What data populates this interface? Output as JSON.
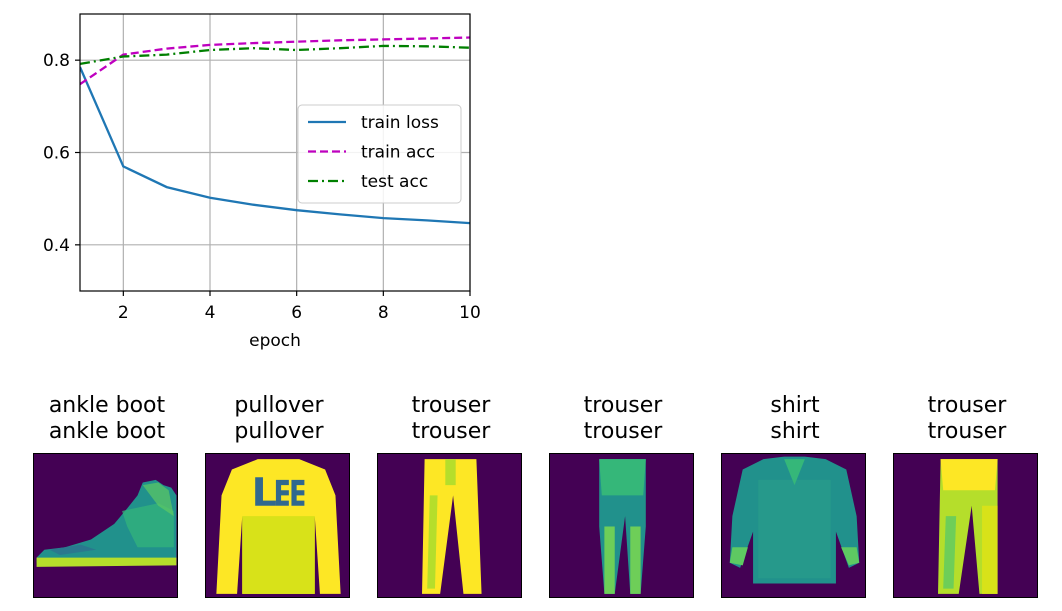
{
  "chart_data": {
    "type": "line",
    "xlabel": "epoch",
    "xlim": [
      1,
      10
    ],
    "ylim": [
      0.3,
      0.9
    ],
    "xticks": [
      2,
      4,
      6,
      8,
      10
    ],
    "yticks": [
      0.4,
      0.6,
      0.8
    ],
    "grid": true,
    "legend_position": "center-right",
    "series": [
      {
        "name": "train loss",
        "color": "#1f77b4",
        "dash": "solid",
        "x": [
          1,
          2,
          3,
          4,
          5,
          6,
          7,
          8,
          9,
          10
        ],
        "values": [
          0.785,
          0.57,
          0.525,
          0.502,
          0.487,
          0.475,
          0.466,
          0.458,
          0.453,
          0.447
        ]
      },
      {
        "name": "train acc",
        "color": "#bf00bf",
        "dash": "dashed",
        "x": [
          1,
          2,
          3,
          4,
          5,
          6,
          7,
          8,
          9,
          10
        ],
        "values": [
          0.748,
          0.812,
          0.825,
          0.833,
          0.837,
          0.84,
          0.843,
          0.845,
          0.847,
          0.849
        ]
      },
      {
        "name": "test acc",
        "color": "#008000",
        "dash": "dashdot",
        "x": [
          1,
          2,
          3,
          4,
          5,
          6,
          7,
          8,
          9,
          10
        ],
        "values": [
          0.792,
          0.808,
          0.812,
          0.822,
          0.826,
          0.822,
          0.826,
          0.831,
          0.83,
          0.827
        ]
      }
    ]
  },
  "samples": [
    {
      "true_label": "ankle boot",
      "pred_label": "ankle boot",
      "icon": "ankle-boot-image"
    },
    {
      "true_label": "pullover",
      "pred_label": "pullover",
      "icon": "pullover-image"
    },
    {
      "true_label": "trouser",
      "pred_label": "trouser",
      "icon": "trouser-image"
    },
    {
      "true_label": "trouser",
      "pred_label": "trouser",
      "icon": "trouser-image"
    },
    {
      "true_label": "shirt",
      "pred_label": "shirt",
      "icon": "shirt-image"
    },
    {
      "true_label": "trouser",
      "pred_label": "trouser",
      "icon": "trouser-image"
    }
  ],
  "colors": {
    "image_background": "#440154",
    "viridis_bright": "#fde725",
    "viridis_green": "#b5de2b",
    "viridis_teal": "#21918c",
    "viridis_mid": "#35b779"
  }
}
